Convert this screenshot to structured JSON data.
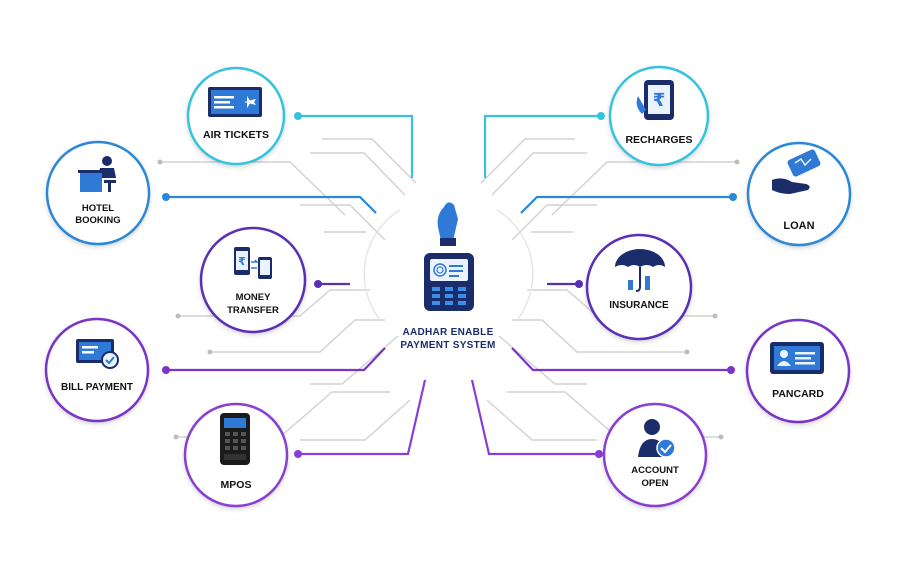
{
  "center": {
    "title_line1": "AADHAR ENABLE",
    "title_line2": "PAYMENT SYSTEM",
    "icon": "fingerprint-pos-terminal-icon"
  },
  "services": [
    {
      "id": "air-tickets",
      "lines": [
        "AIR TICKETS"
      ],
      "icon": "ticket-icon",
      "ring_color": "#35c4df"
    },
    {
      "id": "hotel-booking",
      "lines": [
        "HOTEL",
        "BOOKING"
      ],
      "icon": "reception-desk-icon",
      "ring_color": "#2b88d8"
    },
    {
      "id": "money-transfer",
      "lines": [
        "MONEY",
        "TRANSFER"
      ],
      "icon": "phone-transfer-icon",
      "ring_color": "#5a2fb5"
    },
    {
      "id": "bill-payment",
      "lines": [
        "BILL PAYMENT"
      ],
      "icon": "bill-card-icon",
      "ring_color": "#7a34c9"
    },
    {
      "id": "mpos",
      "lines": [
        "MPOS"
      ],
      "icon": "card-machine-icon",
      "ring_color": "#8a3fd4"
    },
    {
      "id": "recharges",
      "lines": [
        "RECHARGES"
      ],
      "icon": "mobile-rupee-icon",
      "ring_color": "#35c4df"
    },
    {
      "id": "loan",
      "lines": [
        "LOAN"
      ],
      "icon": "loan-hand-icon",
      "ring_color": "#2b88d8"
    },
    {
      "id": "insurance",
      "lines": [
        "INSURANCE"
      ],
      "icon": "umbrella-icon",
      "ring_color": "#5a2fb5"
    },
    {
      "id": "pancard",
      "lines": [
        "PANCARD"
      ],
      "icon": "id-card-icon",
      "ring_color": "#7a34c9"
    },
    {
      "id": "account-open",
      "lines": [
        "ACCOUNT",
        "OPEN"
      ],
      "icon": "user-check-icon",
      "ring_color": "#8a3fd4"
    }
  ],
  "colors": {
    "icon_dark": "#1b2c6b",
    "icon_light": "#2f7ad6",
    "connector_grey": "#cfcfcf"
  }
}
